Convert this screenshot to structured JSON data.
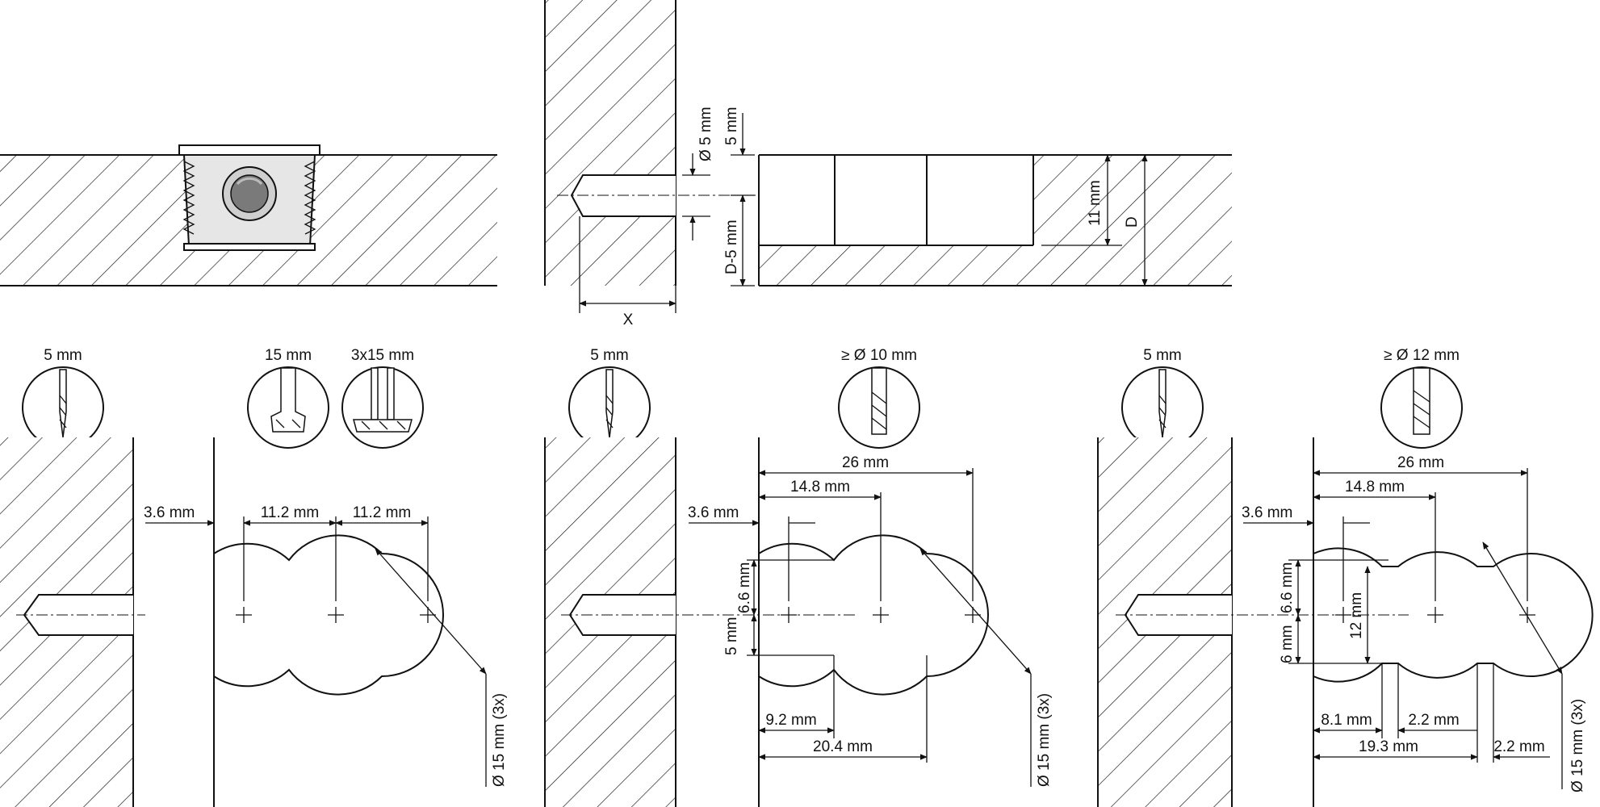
{
  "colors": {
    "line": "#111111",
    "background": "#ffffff",
    "connector_body": "#e6e6e6",
    "cam": "#7a7a7a"
  },
  "top": {
    "dims": {
      "d5": "Ø 5 mm",
      "five": "5 mm",
      "d_minus_5": "D-5 mm",
      "eleven": "11 mm",
      "D": "D",
      "X": "X"
    }
  },
  "tools": {
    "t1": "5 mm",
    "t2": "15 mm",
    "t3": "3x15 mm",
    "t4": "5 mm",
    "t5": "≥ Ø 10 mm",
    "t6": "5 mm",
    "t7": "≥ Ø 12 mm"
  },
  "panel1": {
    "offset": "3.6 mm",
    "pitch_a": "11.2 mm",
    "pitch_b": "11.2 mm",
    "diameter": "Ø 15 mm (3x)"
  },
  "panel2": {
    "offset": "3.6 mm",
    "total": "26 mm",
    "mid": "14.8 mm",
    "h_up": "6.6 mm",
    "h_down": "5 mm",
    "w1": "9.2 mm",
    "w2": "20.4 mm",
    "diameter": "Ø 15 mm (3x)"
  },
  "panel3": {
    "offset": "3.6 mm",
    "total": "26 mm",
    "mid": "14.8 mm",
    "h_up": "6.6 mm",
    "h_down": "6 mm",
    "height": "12 mm",
    "w1": "8.1 mm",
    "w2": "2.2 mm",
    "w3": "19.3 mm",
    "w4": "2.2 mm",
    "diameter": "Ø 15 mm (3x)"
  }
}
